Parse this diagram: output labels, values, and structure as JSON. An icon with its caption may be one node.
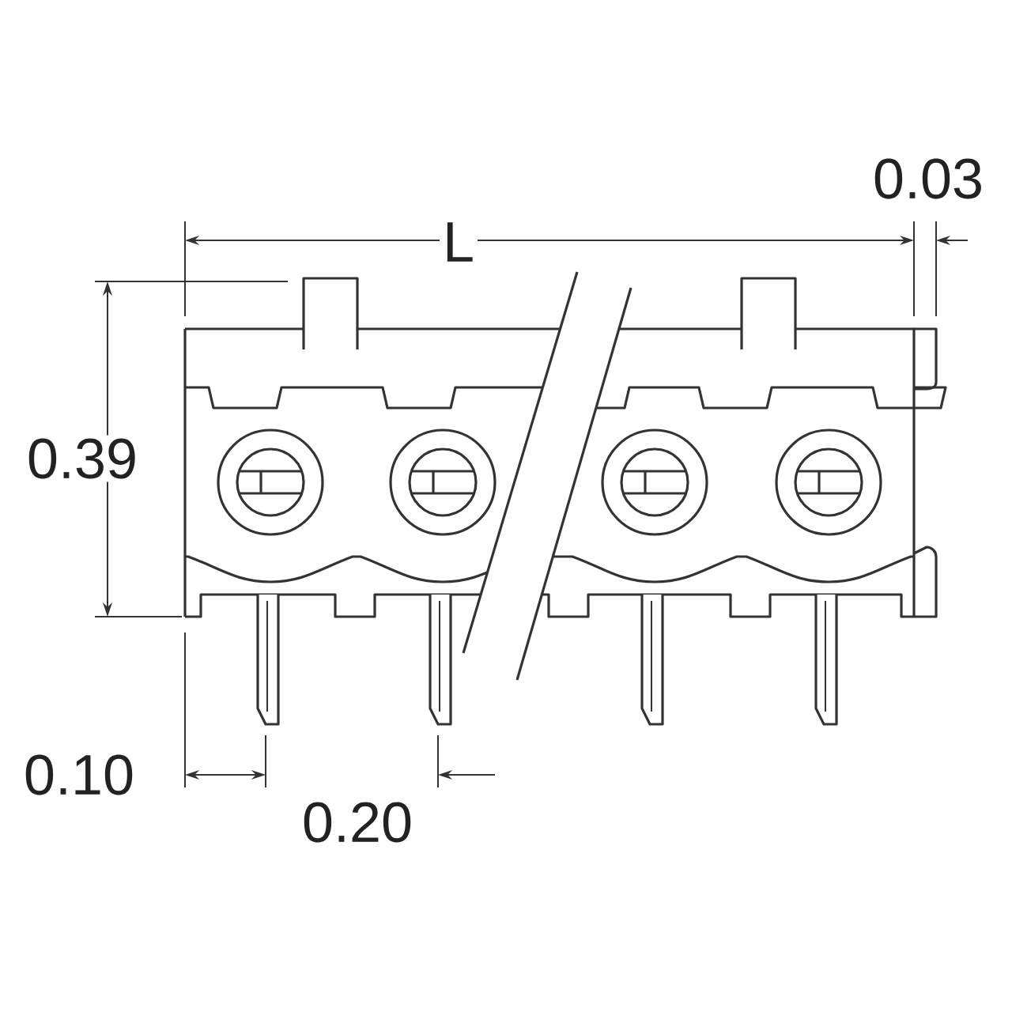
{
  "diagram": {
    "labels": [
      "0.03",
      "L",
      "0.39",
      "0.10",
      "0.20"
    ]
  }
}
